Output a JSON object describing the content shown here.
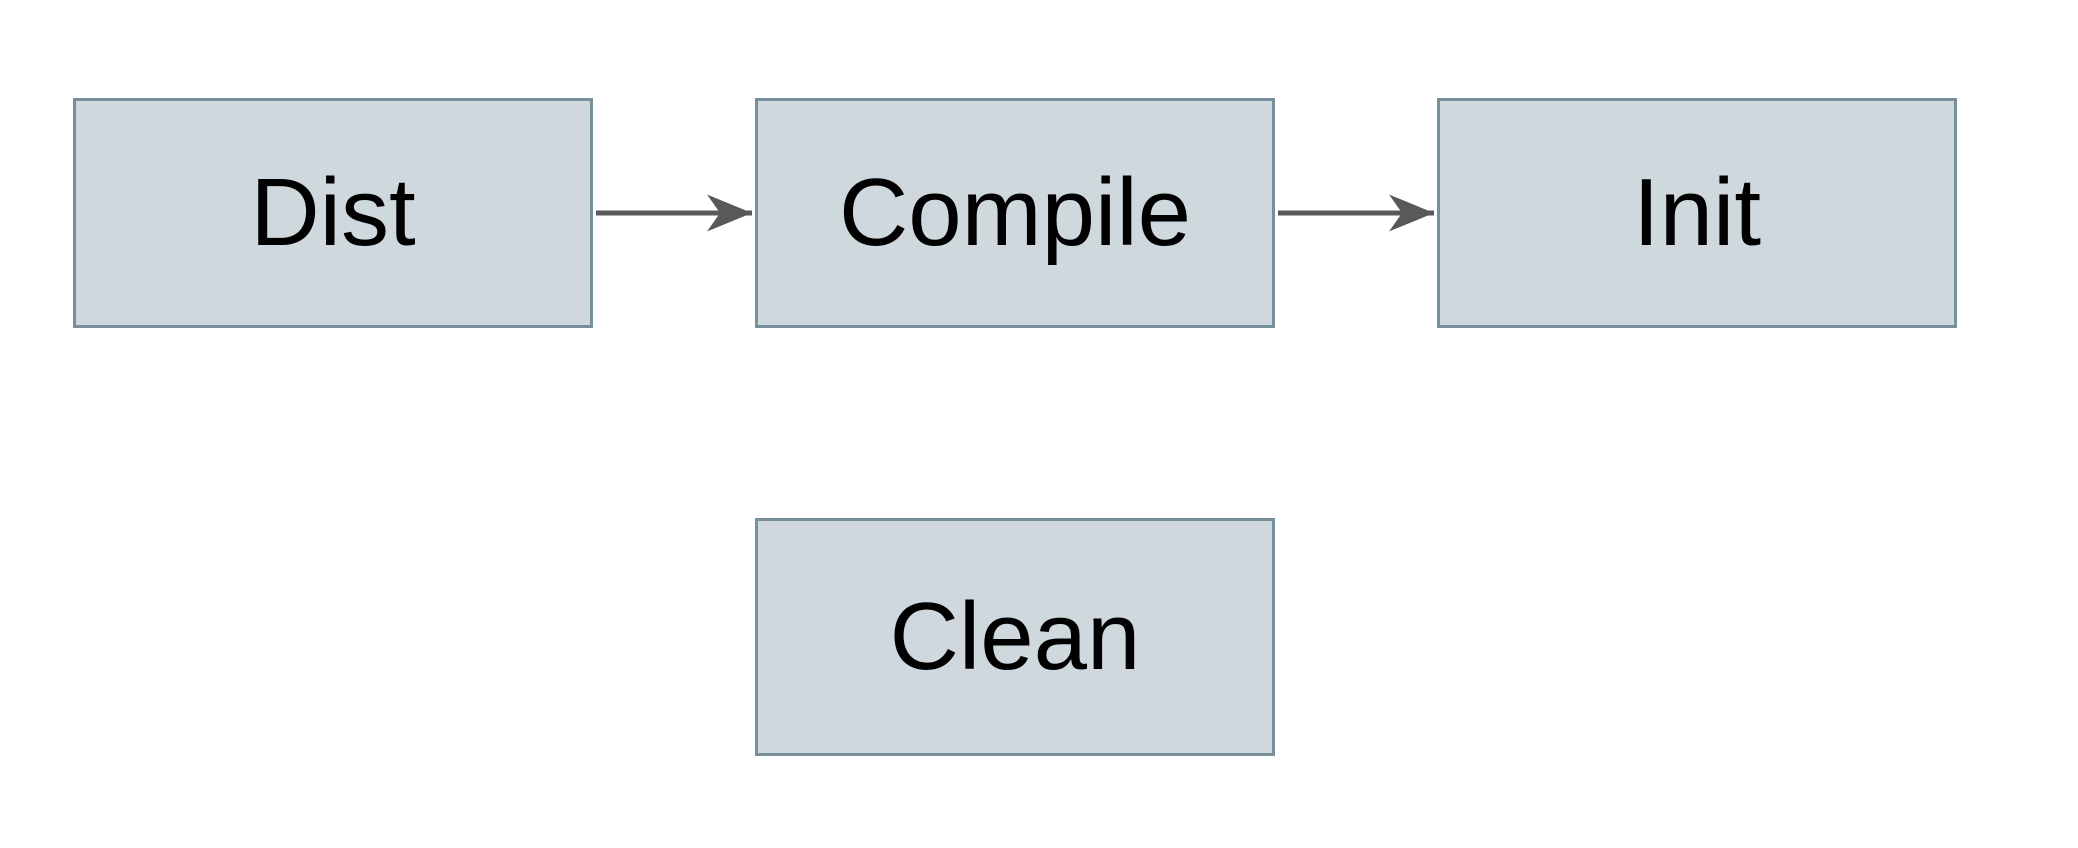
{
  "colors": {
    "background": "#ffffff",
    "node_fill": "#cfd8dc",
    "node_border": "#78909c",
    "node_text": "#000000",
    "arrow": "#595959"
  },
  "diagram": {
    "type": "flowchart",
    "nodes": [
      {
        "id": "dist",
        "label": "Dist"
      },
      {
        "id": "compile",
        "label": "Compile"
      },
      {
        "id": "init",
        "label": "Init"
      },
      {
        "id": "clean",
        "label": "Clean"
      }
    ],
    "edges": [
      {
        "from": "dist",
        "to": "compile",
        "direction": "right",
        "style": "arrow"
      },
      {
        "from": "compile",
        "to": "init",
        "direction": "right",
        "style": "arrow"
      }
    ]
  }
}
